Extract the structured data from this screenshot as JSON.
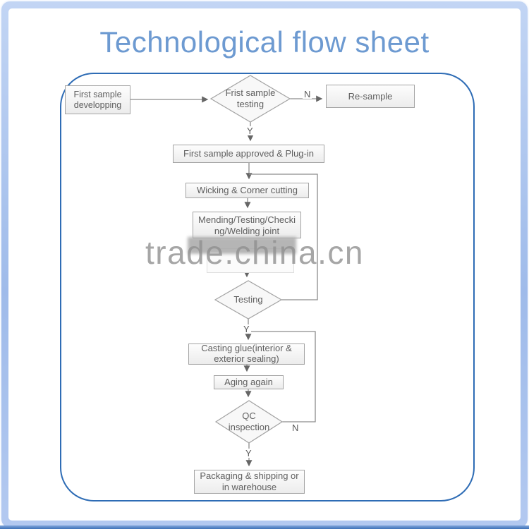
{
  "title": "Technological flow sheet",
  "watermark": "trade.china.cn",
  "colors": {
    "title_blue": "#6d9ad1",
    "panel_border_blue": "#2e6cb5",
    "frame_band_blue": "#9fbbea",
    "bottom_strip_blue": "#3f72b9",
    "node_border_gray": "#a3a3a3",
    "connector_gray": "#8c8c8c",
    "text_gray": "#5f5f5f",
    "watermark_gray": "#909090"
  },
  "nodes": {
    "first_sample": {
      "lines": [
        "First sample",
        "developping"
      ]
    },
    "first_testing": {
      "lines": [
        "Frist sample",
        "testing"
      ]
    },
    "resample": {
      "lines": [
        "Re-sample"
      ]
    },
    "approved": {
      "lines": [
        "First sample approved & Plug-in"
      ]
    },
    "wicking": {
      "lines": [
        "Wicking & Corner cutting"
      ]
    },
    "mending": {
      "lines": [
        "Mending/Testing/Checki",
        "ng/Welding joint"
      ]
    },
    "testing": {
      "lines": [
        "Testing"
      ]
    },
    "casting": {
      "lines": [
        "Casting glue(interior &",
        "exterior sealing)"
      ]
    },
    "aging": {
      "lines": [
        "Aging again"
      ]
    },
    "qc": {
      "lines": [
        "QC",
        "inspection"
      ]
    },
    "packaging": {
      "lines": [
        "Packaging & shipping or",
        "in warehouse"
      ]
    }
  },
  "edge_labels": {
    "d1_no": "N",
    "d1_yes": "Y",
    "testing_yes": "Y",
    "qc_no": "N",
    "qc_yes": "Y"
  }
}
